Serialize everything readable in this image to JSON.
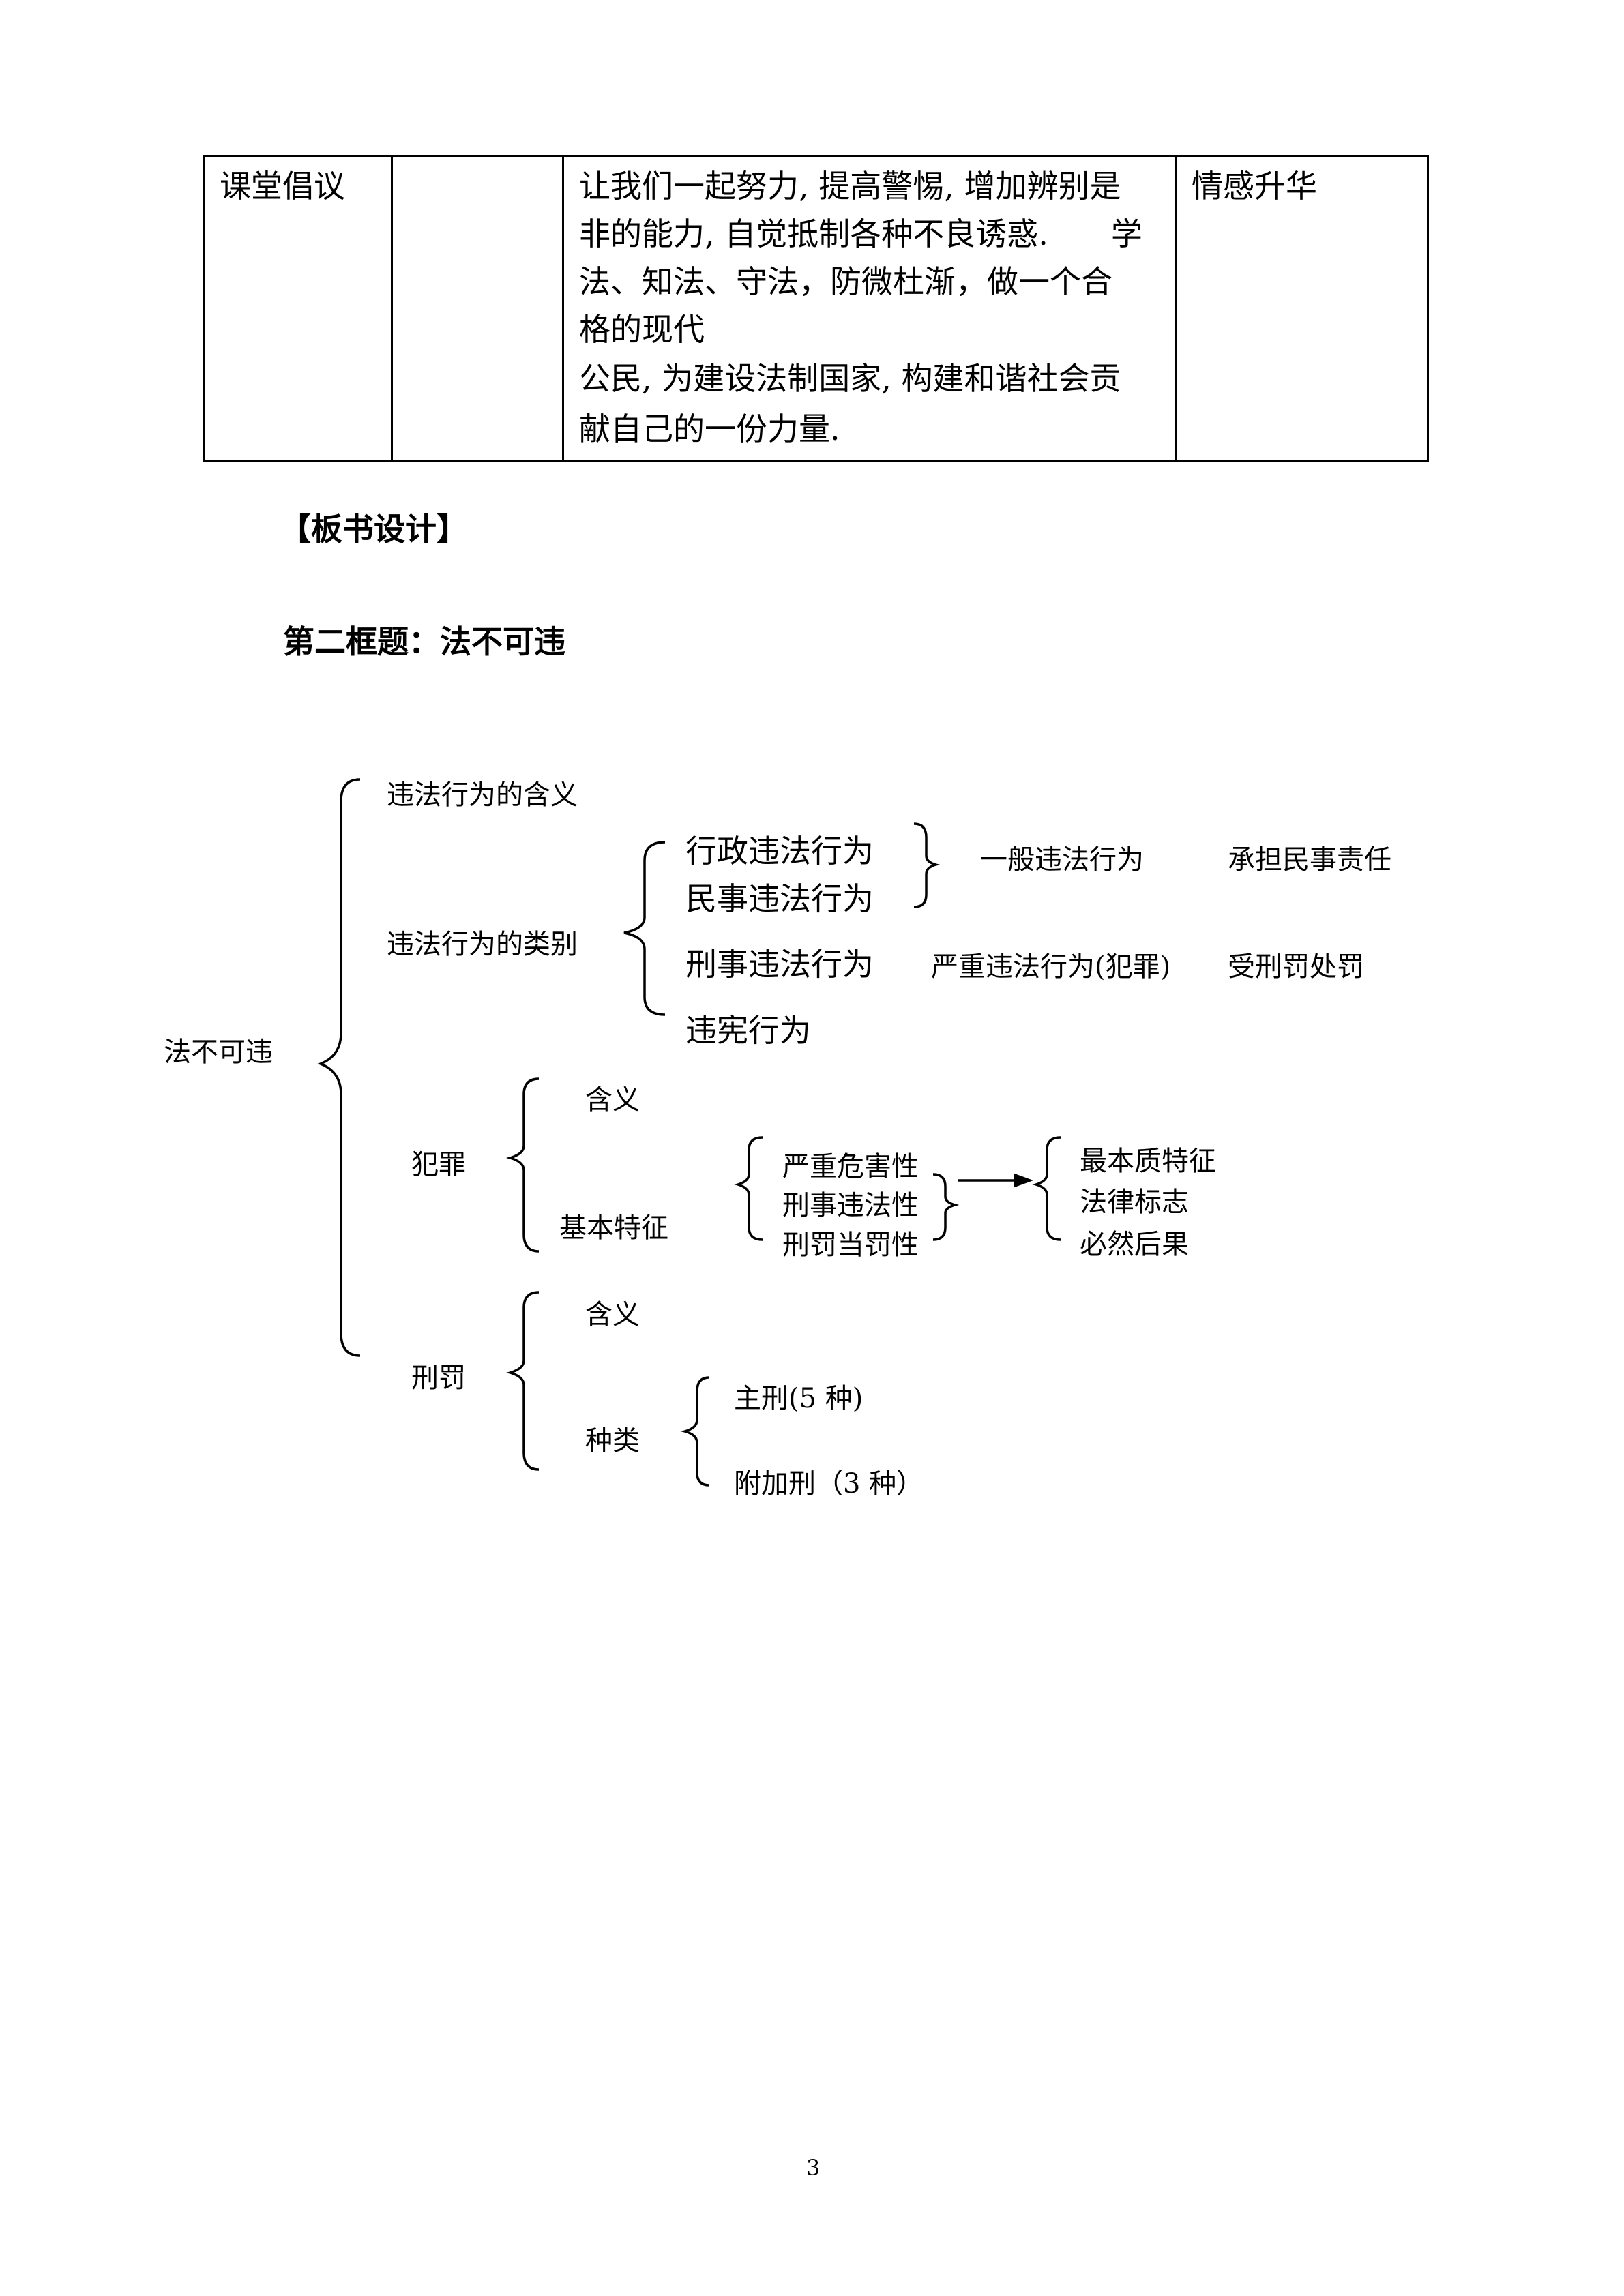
{
  "table": {
    "col1": "课堂倡议",
    "col2": "",
    "col3_lines": [
      "让我们一起努力, 提高警惕, 增加辨别是",
      "非的能力, 自觉抵制各种不良诱惑.　　学",
      "法、知法、守法，防微杜渐，做一个合",
      "格的现代",
      "公民, 为建设法制国家, 构建和谐社会贡",
      "献自己的一份力量."
    ],
    "col4": "情感升华"
  },
  "board_heading": "【板书设计】",
  "section_title": "第二框题：法不可违",
  "diagram": {
    "root": "法不可违",
    "meaning": "违法行为的含义",
    "types_label": "违法行为的类别",
    "admin": "行政违法行为",
    "civil": "民事违法行为",
    "general": "一般违法行为",
    "civil_resp": "承担民事责任",
    "criminal": "刑事违法行为",
    "serious": "严重违法行为(犯罪)",
    "penalty_resp": "受刑罚处罚",
    "const": "违宪行为",
    "crime": "犯罪",
    "crime_meaning": "含义",
    "crime_features": "基本特征",
    "f1": "严重危害性",
    "f2": "刑事违法性",
    "f3": "刑罚当罚性",
    "r1": "最本质特征",
    "r2": "法律标志",
    "r3": "必然后果",
    "punish": "刑罚",
    "punish_meaning": "含义",
    "punish_kinds": "种类",
    "main": "主刑(5 种)",
    "extra": "附加刑（3 种）"
  },
  "page_number": "3"
}
